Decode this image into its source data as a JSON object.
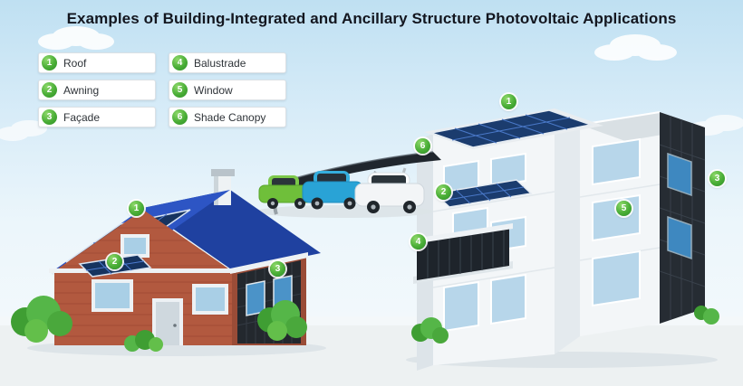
{
  "title": "Examples of Building-Integrated and Ancillary Structure Photovoltaic Applications",
  "legend": {
    "items": [
      {
        "number": "1",
        "label": "Roof"
      },
      {
        "number": "2",
        "label": "Awning"
      },
      {
        "number": "3",
        "label": "Façade"
      },
      {
        "number": "4",
        "label": "Balustrade"
      },
      {
        "number": "5",
        "label": "Window"
      },
      {
        "number": "6",
        "label": "Shade Canopy"
      }
    ]
  },
  "markers": [
    {
      "target": "house-roof",
      "number": "1"
    },
    {
      "target": "house-awning",
      "number": "2"
    },
    {
      "target": "house-facade",
      "number": "3"
    },
    {
      "target": "shade-canopy",
      "number": "6"
    },
    {
      "target": "building-roof",
      "number": "1"
    },
    {
      "target": "building-awning",
      "number": "2"
    },
    {
      "target": "building-balustrade",
      "number": "4"
    },
    {
      "target": "building-window",
      "number": "5"
    },
    {
      "target": "building-facade",
      "number": "3"
    }
  ],
  "colors": {
    "marker_green": "#3aa02f",
    "roof_blue": "#2d55c4",
    "pv_panel": "#1b3c6e",
    "brick": "#b2593f",
    "dark_facade": "#262c33",
    "canopy": "#20262d",
    "sky_top": "#bfe0f2",
    "glass": "#b7d6ea"
  }
}
